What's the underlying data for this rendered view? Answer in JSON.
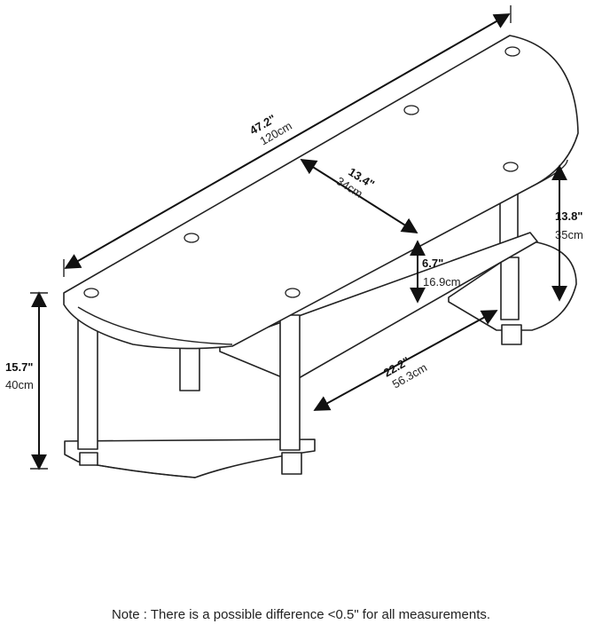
{
  "dimensions": {
    "width": {
      "imperial": "47.2\"",
      "metric": "120cm"
    },
    "depth": {
      "imperial": "13.4\"",
      "metric": "34cm"
    },
    "height": {
      "imperial": "15.7\"",
      "metric": "40cm"
    },
    "side_shelf_height": {
      "imperial": "13.8\"",
      "metric": "35cm"
    },
    "middle_clearance": {
      "imperial": "6.7\"",
      "metric": "16.9cm"
    },
    "inner_width": {
      "imperial": "22.2\"",
      "metric": "56.3cm"
    }
  },
  "note": "Note : There is a possible difference <0.5\" for all measurements."
}
